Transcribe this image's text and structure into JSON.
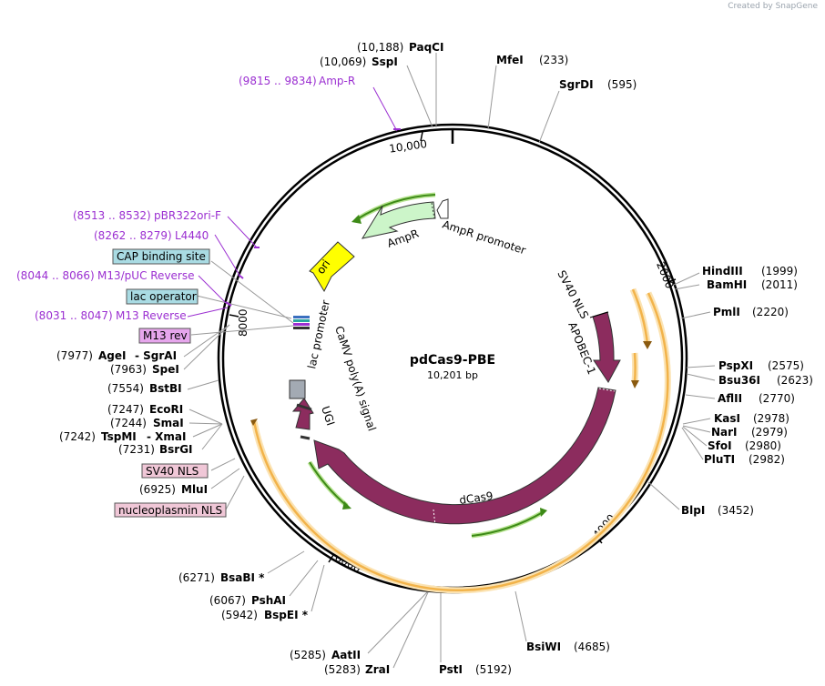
{
  "credit": "Created by SnapGene",
  "plasmid": {
    "name": "pdCas9-PBE",
    "size": "10,201 bp"
  },
  "ticks": [
    "10,000",
    "2000",
    "4000",
    "6000",
    "8000"
  ],
  "sites": [
    {
      "pos": "(10,188)",
      "name": "PaqCI"
    },
    {
      "pos": "(10,069)",
      "name": "SspI"
    },
    {
      "pos": "(233)",
      "name": "MfeI"
    },
    {
      "pos": "(595)",
      "name": "SgrDI"
    },
    {
      "pos": "(1999)",
      "name": "HindIII"
    },
    {
      "pos": "(2011)",
      "name": "BamHI"
    },
    {
      "pos": "(2220)",
      "name": "PmlI"
    },
    {
      "pos": "(2575)",
      "name": "PspXI"
    },
    {
      "pos": "(2623)",
      "name": "Bsu36I"
    },
    {
      "pos": "(2770)",
      "name": "AflII"
    },
    {
      "pos": "(2978)",
      "name": "KasI"
    },
    {
      "pos": "(2979)",
      "name": "NarI"
    },
    {
      "pos": "(2980)",
      "name": "SfoI"
    },
    {
      "pos": "(2982)",
      "name": "PluTI"
    },
    {
      "pos": "(3452)",
      "name": "BlpI"
    },
    {
      "pos": "(4685)",
      "name": "BsiWI"
    },
    {
      "pos": "(5192)",
      "name": "PstI"
    },
    {
      "pos": "(5285)",
      "name": "AatII"
    },
    {
      "pos": "(5283)",
      "name": "ZraI"
    },
    {
      "pos": "(5942)",
      "name": "BspEI *"
    },
    {
      "pos": "(6067)",
      "name": "PshAI"
    },
    {
      "pos": "(6271)",
      "name": "BsaBI *"
    },
    {
      "pos": "(6925)",
      "name": "MluI"
    },
    {
      "pos": "(7231)",
      "name": "BsrGI"
    },
    {
      "pos": "(7242)",
      "name": "TspMI"
    },
    {
      "pos": "",
      "name": "- XmaI"
    },
    {
      "pos": "(7244)",
      "name": "SmaI"
    },
    {
      "pos": "(7247)",
      "name": "EcoRI"
    },
    {
      "pos": "(7554)",
      "name": "BstBI"
    },
    {
      "pos": "(7963)",
      "name": "SpeI"
    },
    {
      "pos": "(7977)",
      "name": "AgeI"
    },
    {
      "pos": "",
      "name": "- SgrAI"
    }
  ],
  "primers": [
    {
      "range": "(9815 .. 9834)",
      "name": "Amp-R"
    },
    {
      "range": "(8513 .. 8532)",
      "name": "pBR322ori-F"
    },
    {
      "range": "(8262 .. 8279)",
      "name": "L4440"
    },
    {
      "range": "(8044 .. 8066)",
      "name": "M13/pUC Reverse"
    },
    {
      "range": "(8031 .. 8047)",
      "name": "M13 Reverse"
    }
  ],
  "boxes": [
    {
      "name": "CAP binding site",
      "color": "#a9dbe3"
    },
    {
      "name": "lac operator",
      "color": "#a9dbe3"
    },
    {
      "name": "M13 rev",
      "color": "#e6a6ec"
    },
    {
      "name": "SV40 NLS",
      "color": "#f0c7d7"
    },
    {
      "name": "nucleoplasmin NLS",
      "color": "#f0c7d7"
    }
  ],
  "features": {
    "ampr_promoter": "AmpR promoter",
    "ampr": "AmpR",
    "ori": "ori",
    "sv40_nls": "SV40 NLS",
    "apobec": "APOBEC-1",
    "dcas9": "dCas9",
    "ugi": "UGI",
    "camv": "CaMV poly(A) signal",
    "lac_promoter": "lac promoter"
  },
  "colors": {
    "cas9": "#8c2c5e",
    "ampr": "#ccf5c9",
    "ori": "#ffff00",
    "orf": "#f2b34a",
    "orf_glow": "#fbe3b3",
    "green": "#3d8a17",
    "purple": "#9b2fd1",
    "gray": "#a3aab3"
  }
}
